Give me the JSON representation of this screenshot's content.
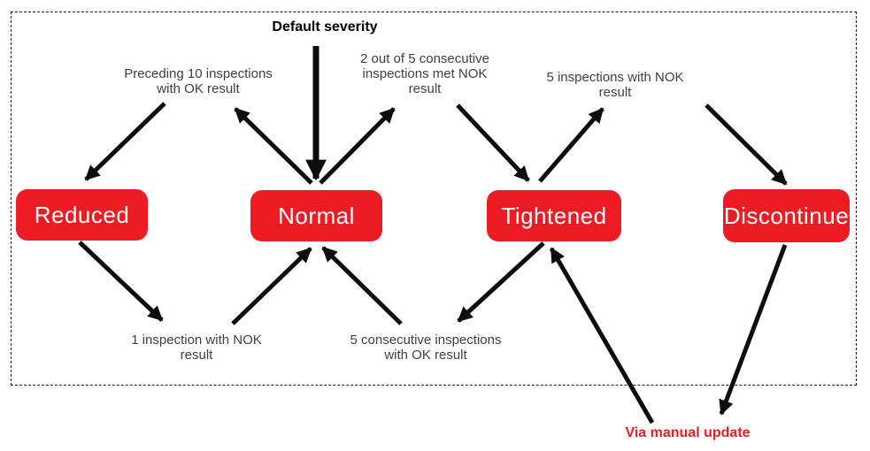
{
  "title": "Default severity",
  "manual_note": "Via manual update",
  "nodes": [
    {
      "id": "reduced",
      "label": "Reduced"
    },
    {
      "id": "normal",
      "label": "Normal"
    },
    {
      "id": "tightened",
      "label": "Tightened"
    },
    {
      "id": "discontinue",
      "label": "Discontinue"
    }
  ],
  "transitions": [
    {
      "id": "preceding-10-ok",
      "from": "Normal",
      "to": "Reduced",
      "text": "Preceding 10 inspections\nwith OK result"
    },
    {
      "id": "2-of-5-nok",
      "from": "Normal",
      "to": "Tightened",
      "text": "2 out of 5 consecutive\ninspections met NOK\nresult"
    },
    {
      "id": "5-nok",
      "from": "Tightened",
      "to": "Discontinue",
      "text": "5 inspections with NOK\nresult"
    },
    {
      "id": "1-nok",
      "from": "Reduced",
      "to": "Normal",
      "text": "1 inspection with NOK\nresult"
    },
    {
      "id": "5-consecutive-ok",
      "from": "Tightened",
      "to": "Normal",
      "text": "5 consecutive inspections\nwith OK result"
    }
  ],
  "colors": {
    "node_fill": "#ED1B24",
    "node_text": "#ffffff",
    "arrow": "#0d0d0d",
    "label_text": "#3f3f3f",
    "title_text": "#000000",
    "manual_text": "#ED1B24"
  }
}
